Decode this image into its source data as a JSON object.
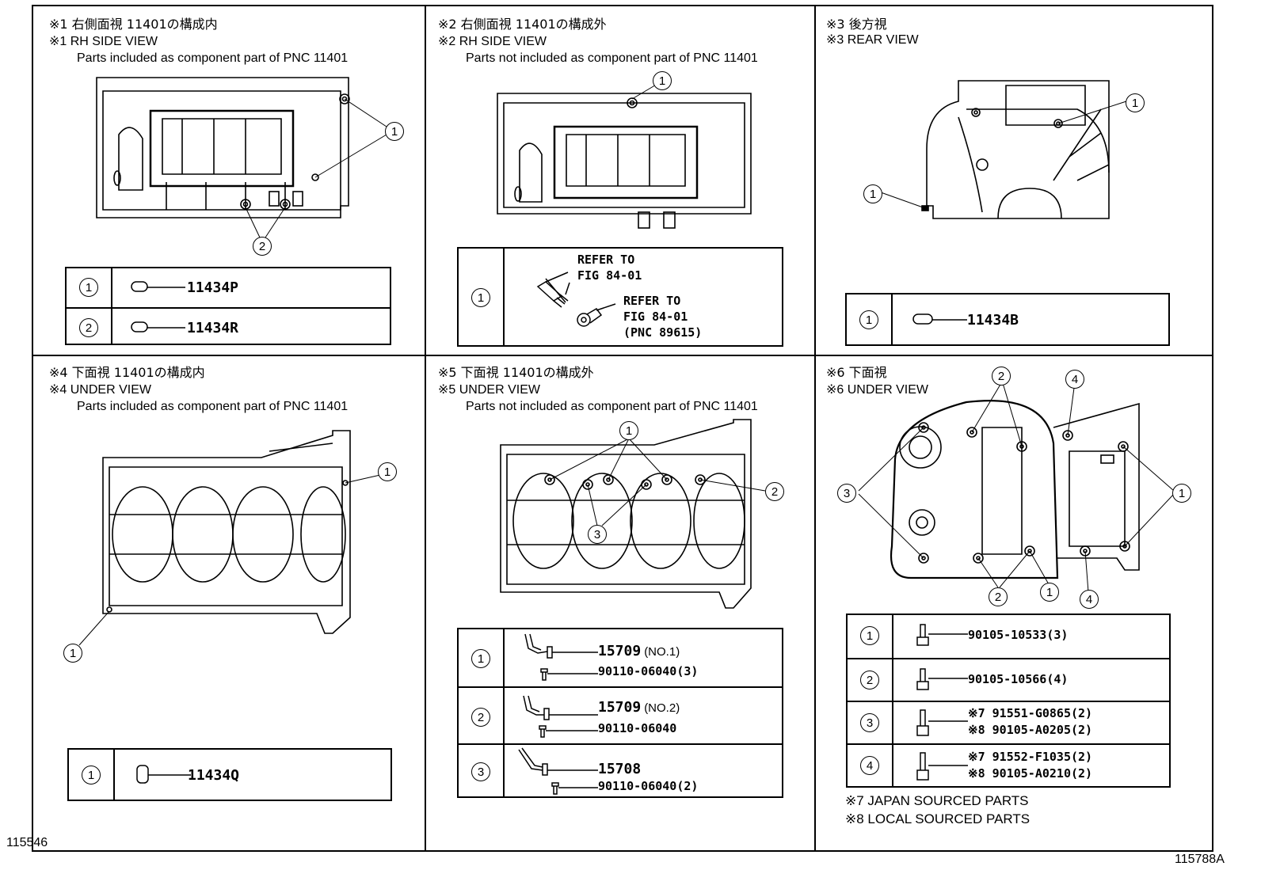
{
  "panels": {
    "p1": {
      "title": "※1 右側面視 11401の構成内",
      "view": "※1 RH SIDE VIEW",
      "note": "Parts included as component part of PNC 11401",
      "rows": [
        {
          "num": "1",
          "pn": "11434P"
        },
        {
          "num": "2",
          "pn": "11434R"
        }
      ],
      "callouts": [
        "1",
        "2"
      ]
    },
    "p2": {
      "title": "※2 右側面視 11401の構成外",
      "view": "※2 RH SIDE VIEW",
      "note": "Parts not included as component part of PNC 11401",
      "rows": [
        {
          "num": "1",
          "ref1a": "REFER TO",
          "ref1b": "FIG 84-01",
          "ref2a": "REFER TO",
          "ref2b": "FIG 84-01",
          "ref2c": "(PNC 89615)"
        }
      ],
      "callouts": [
        "1"
      ]
    },
    "p3": {
      "title": "※3 後方視",
      "view": "※3 REAR VIEW",
      "rows": [
        {
          "num": "1",
          "pn": "11434B"
        }
      ],
      "callouts": [
        "1",
        "1"
      ]
    },
    "p4": {
      "title": "※4 下面視 11401の構成内",
      "view": "※4 UNDER VIEW",
      "note": "Parts included as component part of PNC 11401",
      "rows": [
        {
          "num": "1",
          "pn": "11434Q"
        }
      ],
      "callouts": [
        "1",
        "1"
      ]
    },
    "p5": {
      "title": "※5 下面視 11401の構成外",
      "view": "※5 UNDER VIEW",
      "note": "Parts not included as component part of PNC 11401",
      "rows": [
        {
          "num": "1",
          "pn": "15709",
          "pn_note": "(NO.1)",
          "sub": "90110-06040(3)"
        },
        {
          "num": "2",
          "pn": "15709",
          "pn_note": "(NO.2)",
          "sub": "90110-06040"
        },
        {
          "num": "3",
          "pn": "15708",
          "sub": "90110-06040(2)"
        }
      ],
      "callouts": [
        "1",
        "2",
        "3"
      ]
    },
    "p6": {
      "title": "※6 下面視",
      "view": "※6 UNDER VIEW",
      "rows": [
        {
          "num": "1",
          "pn": "90105-10533(3)"
        },
        {
          "num": "2",
          "pn": "90105-10566(4)"
        },
        {
          "num": "3",
          "a": "※7 91551-G0865(2)",
          "b": "※8 90105-A0205(2)"
        },
        {
          "num": "4",
          "a": "※7 91552-F1035(2)",
          "b": "※8 90105-A0210(2)"
        }
      ],
      "foot1": "※7 JAPAN SOURCED PARTS",
      "foot2": "※8 LOCAL SOURCED PARTS",
      "callouts": [
        "1",
        "2",
        "3",
        "4"
      ]
    }
  },
  "codes": {
    "left": "115546",
    "right": "115788A"
  }
}
